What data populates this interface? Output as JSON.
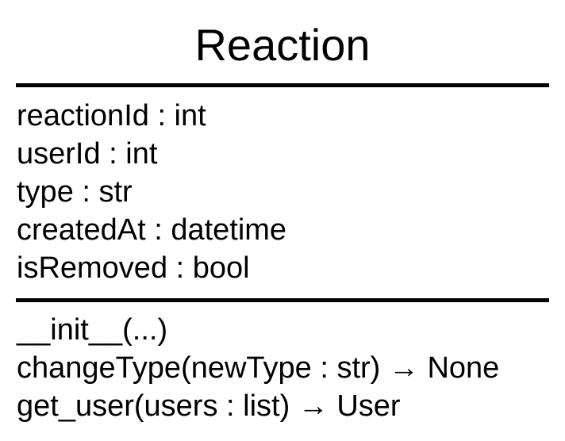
{
  "uml_class": {
    "name": "Reaction",
    "attributes": [
      "reactionId : int",
      "userId : int",
      "type : str",
      "createdAt : datetime",
      "isRemoved : bool"
    ],
    "methods": [
      "__init__(...)",
      "changeType(newType : str) → None",
      "get_user(users : list) → User"
    ]
  }
}
